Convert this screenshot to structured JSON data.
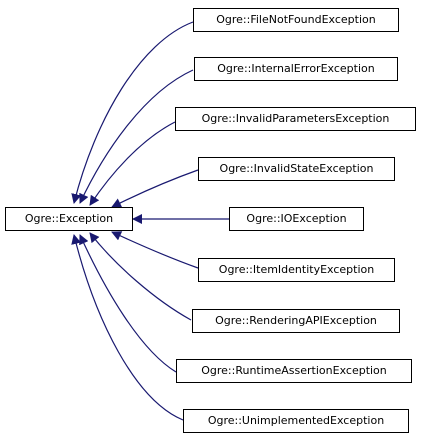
{
  "diagram": {
    "base": {
      "label": "Ogre::Exception"
    },
    "subclasses": [
      {
        "label": "Ogre::FileNotFoundException"
      },
      {
        "label": "Ogre::InternalErrorException"
      },
      {
        "label": "Ogre::InvalidParametersException"
      },
      {
        "label": "Ogre::InvalidStateException"
      },
      {
        "label": "Ogre::IOException"
      },
      {
        "label": "Ogre::ItemIdentityException"
      },
      {
        "label": "Ogre::RenderingAPIException"
      },
      {
        "label": "Ogre::RuntimeAssertionException"
      },
      {
        "label": "Ogre::UnimplementedException"
      }
    ],
    "colors": {
      "edge": "#191970",
      "node_border": "#000000",
      "node_fill": "#ffffff",
      "background": "#ffffff"
    }
  }
}
